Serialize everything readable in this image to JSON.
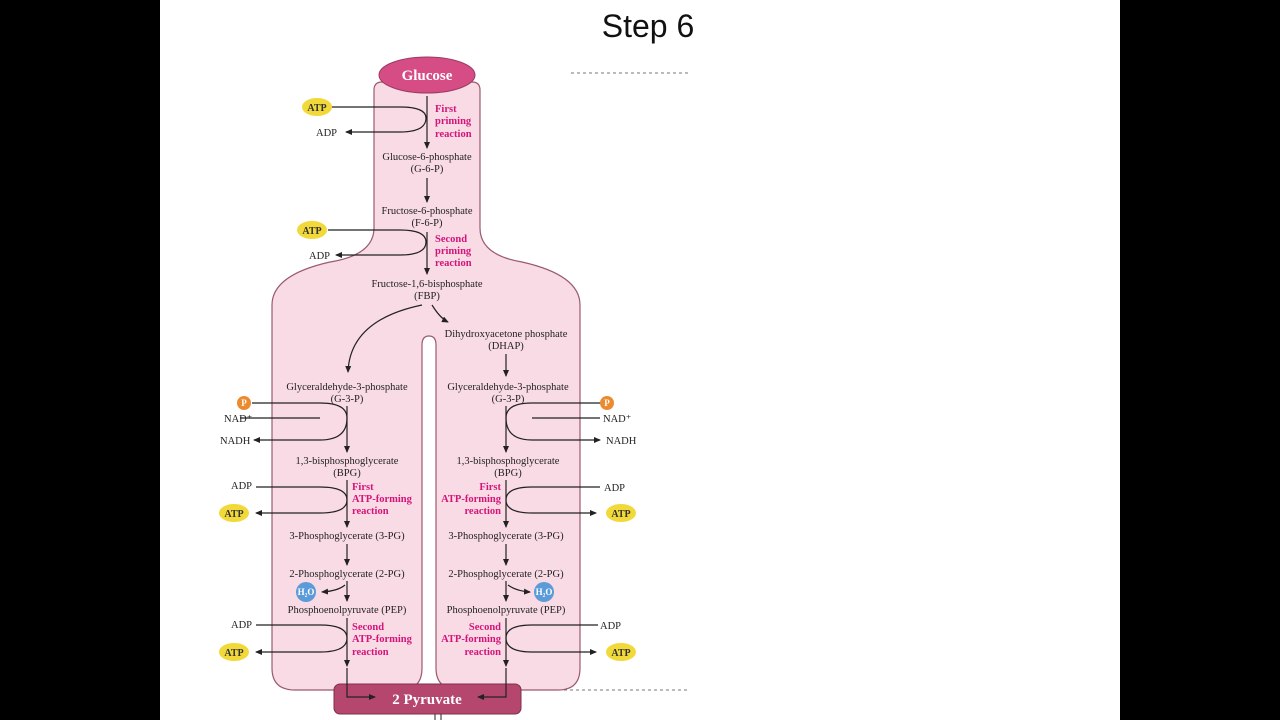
{
  "slide": {
    "title": "Step 6"
  },
  "diagram": {
    "start": "Glucose",
    "end": "2 Pyruvate",
    "top": {
      "g6p": [
        "Glucose-6-phosphate",
        "(G-6-P)"
      ],
      "f6p": [
        "Fructose-6-phosphate",
        "(F-6-P)"
      ],
      "fbp": [
        "Fructose-1,6-bisphosphate",
        "(FBP)"
      ],
      "priming1": [
        "First",
        "priming",
        "reaction"
      ],
      "priming2": [
        "Second",
        "priming",
        "reaction"
      ],
      "atp": "ATP",
      "adp": "ADP"
    },
    "dhap": [
      "Dihydroxyacetone phosphate",
      "(DHAP)"
    ],
    "branch": {
      "g3p": [
        "Glyceraldehyde-3-phosphate",
        "(G-3-P)"
      ],
      "bpg": [
        "1,3-bisphosphoglycerate",
        "(BPG)"
      ],
      "pg3": "3-Phosphoglycerate (3-PG)",
      "pg2": "2-Phosphoglycerate (2-PG)",
      "pep": "Phosphoenolpyruvate (PEP)",
      "atp_forming1": [
        "First",
        "ATP-forming",
        "reaction"
      ],
      "atp_forming2": [
        "Second",
        "ATP-forming",
        "reaction"
      ],
      "p": "P",
      "nad": "NAD⁺",
      "nadh": "NADH",
      "adp": "ADP",
      "atp": "ATP",
      "water": "H₂O"
    },
    "colors": {
      "body": "#f9dbe5",
      "outline": "#9a5a6e",
      "glucose": "#d64d86",
      "pyruvate": "#b5476f",
      "atp": "#f2d93a",
      "phosphate": "#ec8a2f",
      "water": "#5b9bd8",
      "reaction": "#d4147a"
    }
  }
}
